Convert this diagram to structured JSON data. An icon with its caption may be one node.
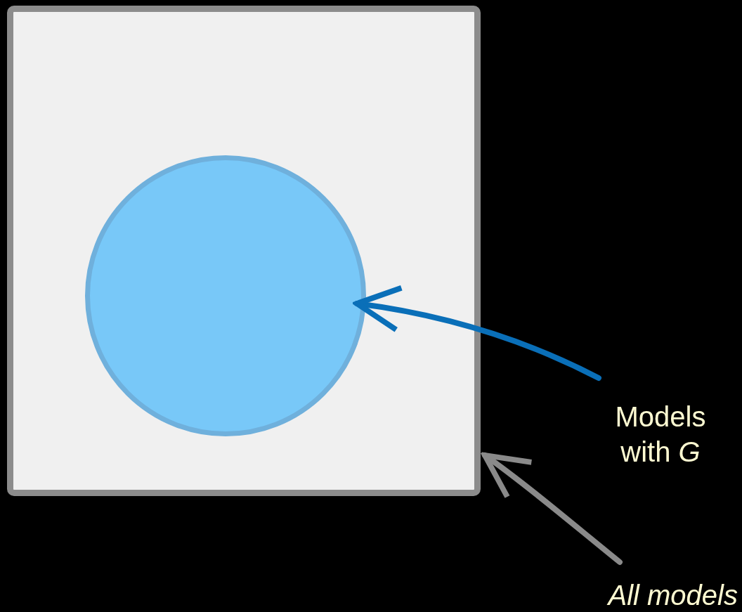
{
  "diagram": {
    "nodes": [
      {
        "text": [],
        "shape": "box"
      },
      {
        "text": [],
        "shape": "circle",
        "in": 0
      },
      {
        "text": [
          "Models with *G*"
        ]
      },
      {
        "text": [
          "All models"
        ]
      }
    ],
    "edges": [
      {
        "from": 2,
        "to": 1,
        "arrow": "to",
        "color": "#0a6fb8"
      },
      {
        "from": 3,
        "to": 0,
        "arrow": "to",
        "color": "#8a8a8a"
      }
    ]
  }
}
